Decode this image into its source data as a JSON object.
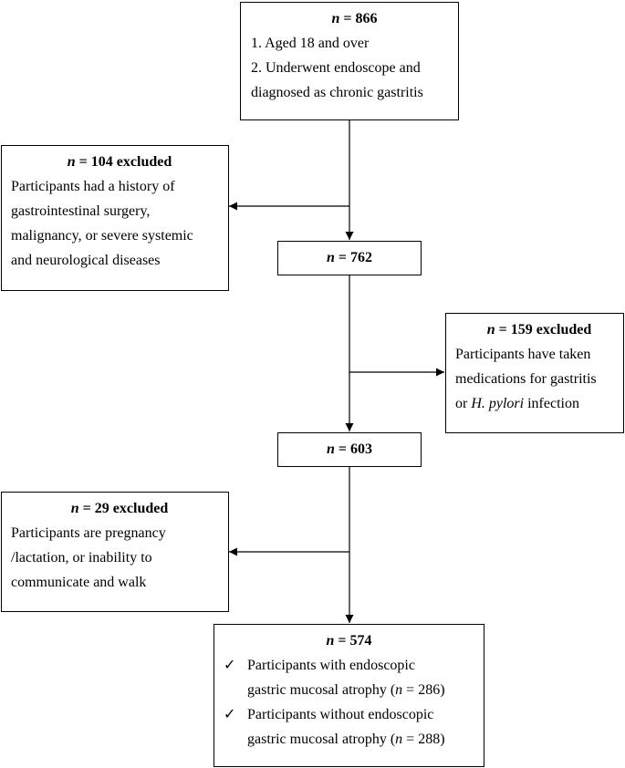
{
  "diagram": {
    "n_symbol": "n",
    "box_enrolled": {
      "count_text": "= 866",
      "criteria": [
        "1. Aged 18 and over",
        "2. Underwent endoscope and",
        "diagnosed as chronic gastritis"
      ]
    },
    "box_excluded_1": {
      "count_text": "= 104 excluded",
      "lines": [
        "Participants had a history of",
        "gastrointestinal surgery,",
        "malignancy, or severe systemic",
        "and neurological diseases"
      ]
    },
    "box_762": {
      "count_text": "= 762"
    },
    "box_excluded_2": {
      "count_text": "= 159 excluded",
      "lines": [
        "Participants have taken",
        "medications for gastritis"
      ],
      "last_line_prefix": "or ",
      "last_line_italic": "H. pylori",
      "last_line_suffix": " infection"
    },
    "box_603": {
      "count_text": "= 603"
    },
    "box_excluded_3": {
      "count_text": "= 29 excluded",
      "lines": [
        "Participants are pregnancy",
        "/lactation, or inability to",
        "communicate and walk"
      ]
    },
    "box_final": {
      "count_text": "= 574",
      "check_glyph": "✓",
      "item1_line1": "Participants with endoscopic",
      "item1_line2_prefix": "gastric mucosal atrophy (",
      "item1_value": " = 286)",
      "item2_line1": "Participants without endoscopic",
      "item2_line2_prefix": "gastric mucosal atrophy (",
      "item2_value": " = 288)"
    }
  }
}
